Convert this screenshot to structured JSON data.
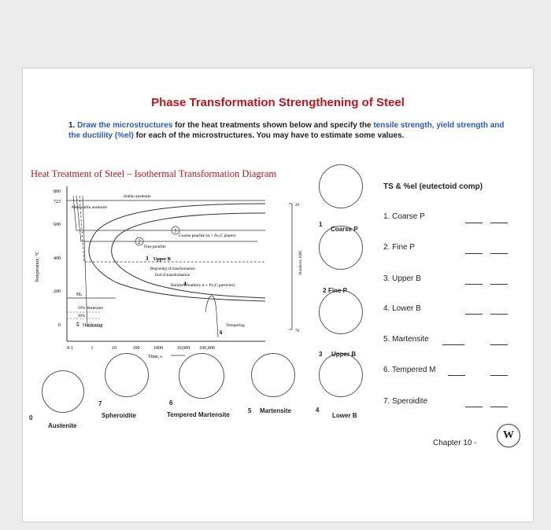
{
  "title": "Phase Transformation Strengthening of Steel",
  "question": {
    "number": "1.",
    "part1": "Draw the microstructures",
    "part2": "for the heat treatments shown below and specify the",
    "part3": "tensile strength, yield strength and the ductility (%el)",
    "part4": "for each of the microstructures. You may have to estimate some values."
  },
  "diagram": {
    "title": "Heat Treatment of Steel – Isothermal Transformation Diagram",
    "ylabel": "Temperature, °C",
    "xlabel": "Time, s",
    "y_ticks": [
      "800",
      "723",
      "600",
      "400",
      "200",
      "0"
    ],
    "x_ticks": [
      "0.1",
      "1",
      "10",
      "100",
      "1000",
      "10,000",
      "100,000"
    ],
    "right_axis_label": "Hardness, HRC",
    "right_ticks": [
      "20",
      "70"
    ],
    "labels": {
      "stable_austenite": "Stable austenite",
      "metastable_austenite": "Metastable austenite",
      "coarse_pearlite": "Coarse pearlite (α + Fe₃C plates)",
      "fine_pearlite": "Fine pearlite",
      "upper_b": "Upper B",
      "beginning": "Beginning of transformation",
      "end": "End of transformation",
      "bainite": "Bainite (Feathery α + Fe₃C particles)",
      "ms": "Mₛ",
      "martensite_50": "50% Martensite",
      "martensite_90": "90%",
      "hardening": "Hardening",
      "tempering": "Tempering"
    },
    "path_numbers": {
      "p1": "1",
      "p2": "2",
      "p3": "3",
      "p4": "4",
      "p5": "5",
      "p6": "6"
    }
  },
  "microstructures": {
    "coarse_p": {
      "num": "1",
      "label": "Coarse P"
    },
    "fine_p": {
      "num": "2",
      "label": "Fine P"
    },
    "upper_b": {
      "num": "3",
      "label": "Upper B"
    },
    "lower_b": {
      "num": "4",
      "label": "Lower B"
    },
    "martensite": {
      "num": "5",
      "label": "Martensite"
    },
    "tempered_m": {
      "num": "6",
      "label": "Tempered Martensite"
    },
    "spheroidite": {
      "num": "7",
      "label": "Spheroidite"
    },
    "austenite": {
      "num": "0",
      "label": "Austenite"
    }
  },
  "ts_panel": {
    "heading": "TS & %el (eutectoid comp)",
    "items": [
      "1. Coarse P",
      "2. Fine P",
      "3. Upper B",
      "4. Lower B",
      "5. Martensite",
      "6. Tempered M",
      "7. Speroidite"
    ]
  },
  "footer": {
    "chapter": "Chapter 10 -",
    "logo": "W"
  }
}
